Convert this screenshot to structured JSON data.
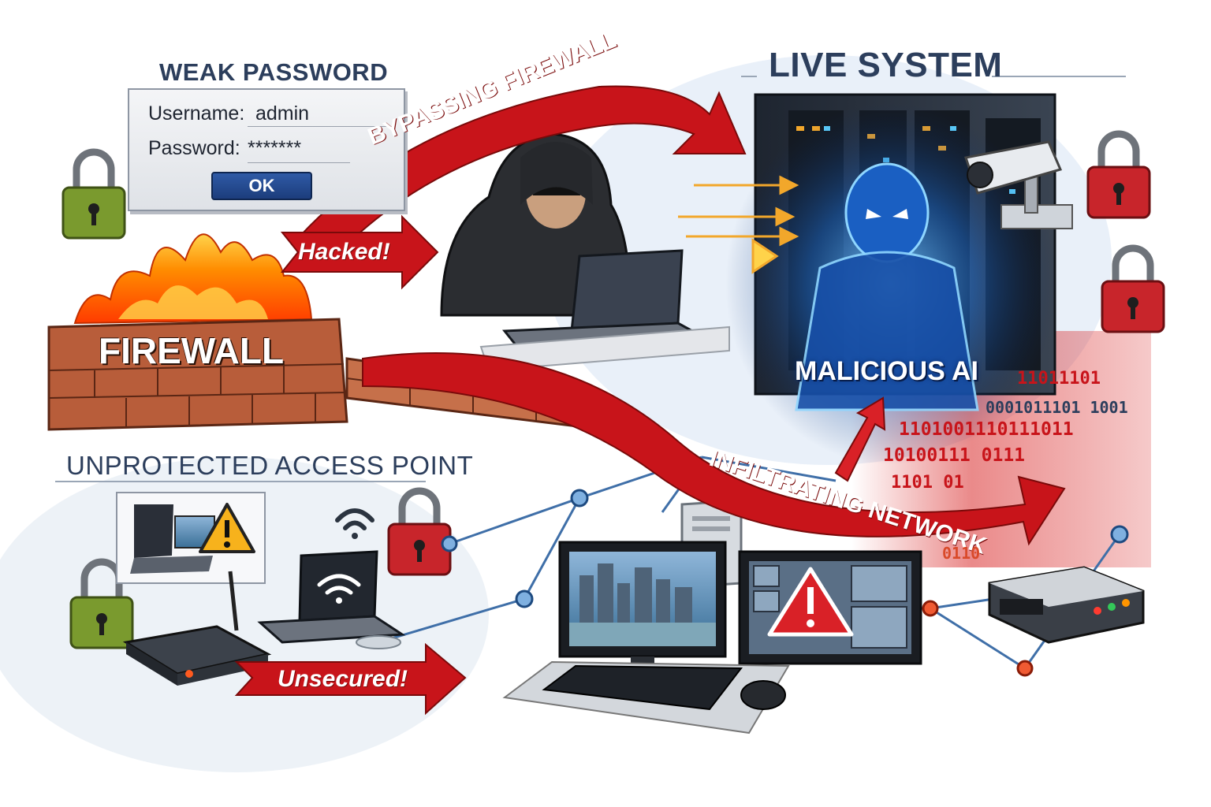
{
  "headings": {
    "weak_password": "WEAK PASSWORD",
    "live_system": "LIVE SYSTEM",
    "unprotected_access_point": "UNPROTECTED ACCESS POINT",
    "malicious_ai": "MALICIOUS AI"
  },
  "login": {
    "username_label": "Username:",
    "username_value": "admin",
    "password_label": "Password:",
    "password_value": "*******",
    "ok_label": "OK"
  },
  "arrows": {
    "bypassing_firewall": "BYPASSING FIREWALL",
    "infiltrating_network": "INFILTRATING NETWORK",
    "hacked": "Hacked!",
    "unsecured": "Unsecured!"
  },
  "firewall_label": "FIREWALL",
  "binary_lines": [
    "11011101",
    "0001011101 1001",
    "1101001110111011",
    "10100111 0111",
    "1101 01",
    "0110"
  ],
  "colors": {
    "arrow_red": "#c8141a",
    "heading_navy": "#2c3e5c",
    "lock_green": "#7a9a2e",
    "lock_red": "#c8252b",
    "ai_blue": "#3aa0ff",
    "brick": "#b85d3a",
    "flame": "#ff7a00"
  },
  "icons": [
    "green-padlock-icon",
    "red-padlock-icon",
    "flame-icon",
    "server-rack-icon",
    "security-camera-icon",
    "hacker-icon",
    "laptop-icon",
    "wifi-icon",
    "warning-icon",
    "router-icon",
    "monitor-icon",
    "keyboard-icon",
    "mouse-icon",
    "network-node-icon",
    "network-switch-icon",
    "ai-figure-icon"
  ]
}
